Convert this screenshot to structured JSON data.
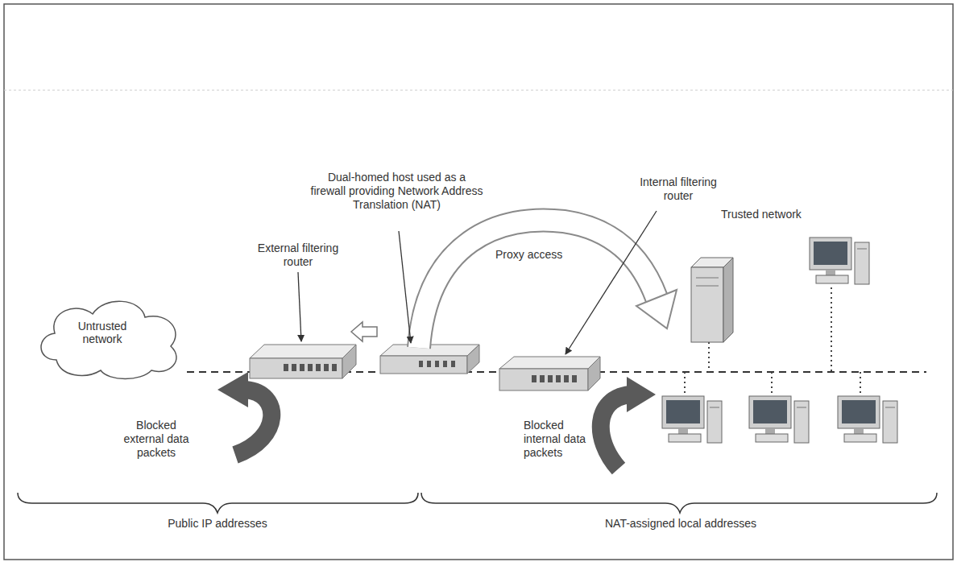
{
  "diagram": {
    "nodes": [
      {
        "text": [
          "Untrusted network"
        ]
      }
    ],
    "labels": [
      "External filtering router",
      "Dual-homed host used as a firewall providing Network Address Translation (NAT)",
      "Internal filtering router",
      "Proxy access",
      "Trusted network",
      "Blocked external data packets",
      "Blocked internal data packets",
      "Public IP addresses",
      "NAT-assigned local addresses"
    ]
  }
}
